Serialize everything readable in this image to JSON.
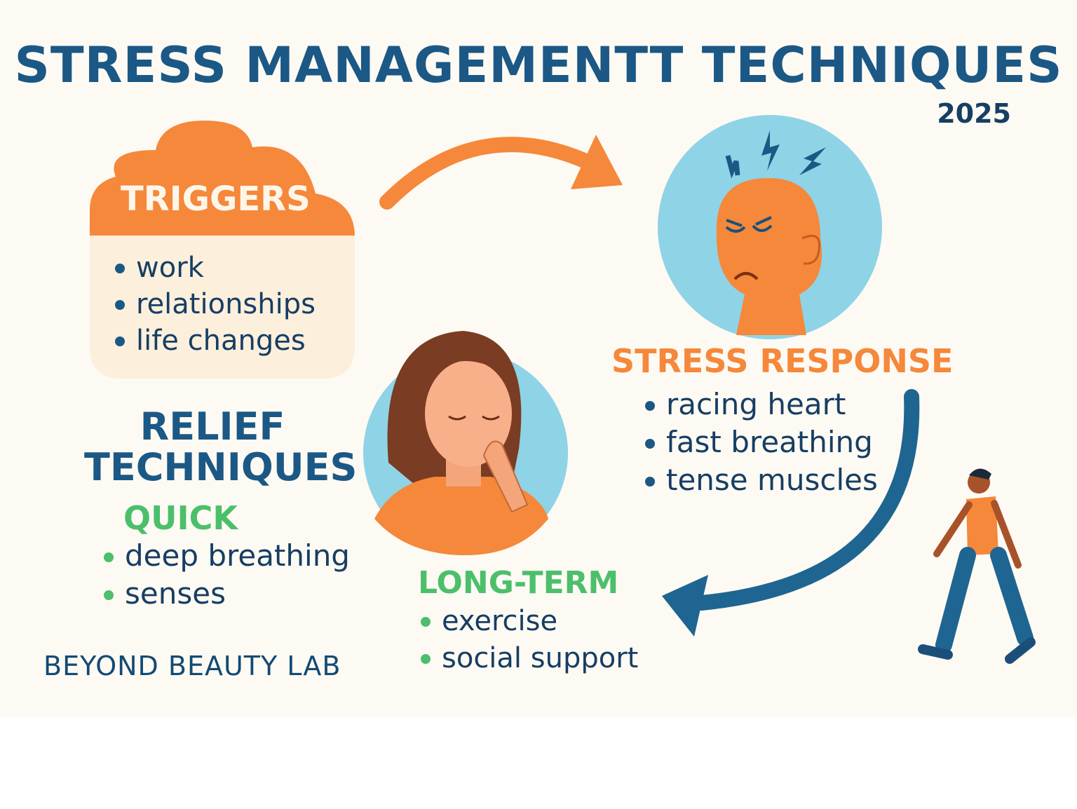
{
  "title": "STRESS MANAGEMENTT TECHNIQUES",
  "year": "2025",
  "triggers": {
    "label": "TRIGGERS",
    "items": [
      "work",
      "relationships",
      "life changes"
    ]
  },
  "stress_response": {
    "label": "STRESS RESPONSE",
    "items": [
      "racing heart",
      "fast breathing",
      "tense muscles"
    ]
  },
  "relief": {
    "heading_line1": "RELIEF",
    "heading_line2": "TECHNIQUES",
    "quick": {
      "label": "QUICK",
      "items": [
        "deep breathing",
        "senses"
      ]
    },
    "long_term": {
      "label": "LONG-TERM",
      "items": [
        "exercise",
        "social support"
      ]
    }
  },
  "brand": "BEYOND BEAUTY LAB",
  "colors": {
    "primary": "#1b5885",
    "accent": "#f5883a",
    "green": "#4cbf6b",
    "circle": "#8fd3e6",
    "background": "#fdfaf4"
  }
}
